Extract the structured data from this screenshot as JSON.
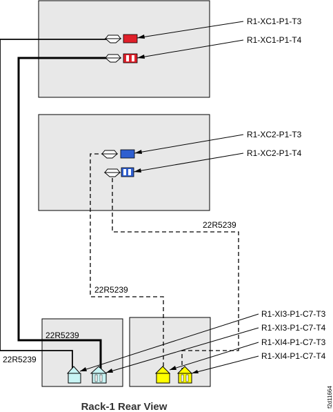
{
  "caption": "Rack-1 Rear View",
  "figure_id": "f2d11664",
  "ports": {
    "xc1_t3": "R1-XC1-P1-T3",
    "xc1_t4": "R1-XC1-P1-T4",
    "xc2_t3": "R1-XC2-P1-T3",
    "xc2_t4": "R1-XC2-P1-T4",
    "xi3_t3": "R1-XI3-P1-C7-T3",
    "xi3_t4": "R1-XI3-P1-C7-T4",
    "xi4_t3": "R1-XI4-P1-C7-T3",
    "xi4_t4": "R1-XI4-P1-C7-T4"
  },
  "cables": {
    "dashed_upper": "22R5239",
    "dashed_lower": "22R5239",
    "solid_upper": "22R5239",
    "solid_lower": "22R5239"
  },
  "colors": {
    "panel_fill": "#e8e8e8",
    "xc1_port": "#e0202a",
    "xc2_port": "#2f5fd0",
    "xi3_port": "#c8f4f4",
    "xi4_port": "#ffff00"
  }
}
